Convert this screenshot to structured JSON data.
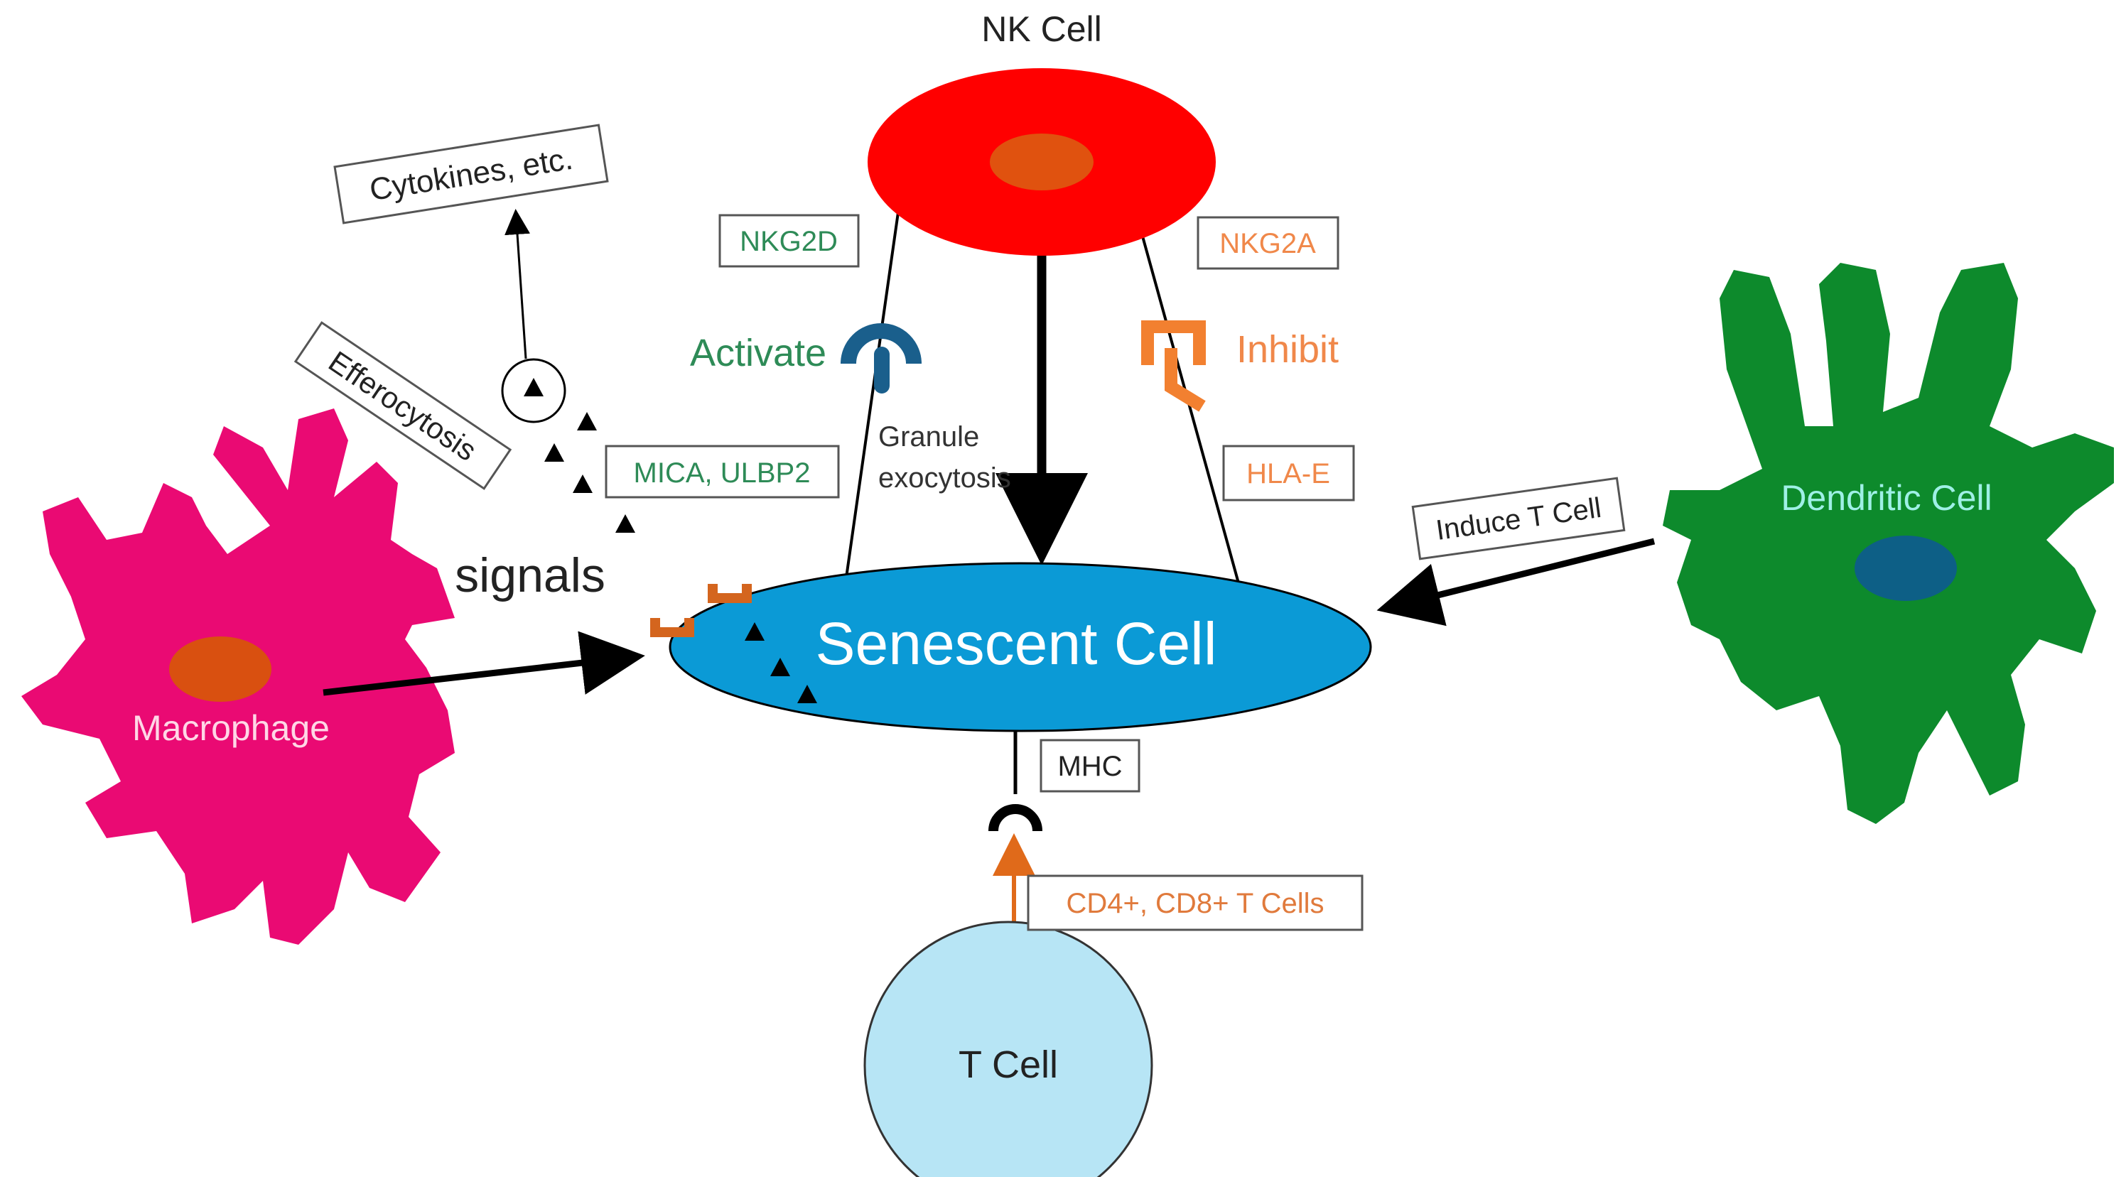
{
  "labels": {
    "nk_cell": "NK Cell",
    "senescent_cell": "Senescent Cell",
    "macrophage": "Macrophage",
    "dendritic_cell": "Dendritic Cell",
    "t_cell": "T Cell",
    "signals": "signals",
    "activate": "Activate",
    "inhibit": "Inhibit",
    "granule_line1": "Granule",
    "granule_line2": "exocytosis"
  },
  "boxes": {
    "cytokines": "Cytokines, etc.",
    "efferocytosis": "Efferocytosis",
    "nkg2d": "NKG2D",
    "nkg2a": "NKG2A",
    "mica_ulbp2": "MICA, ULBP2",
    "hla_e": "HLA-E",
    "induce_t_cell": "Induce T Cell",
    "mhc": "MHC",
    "cd4_cd8": "CD4+, CD8+ T Cells"
  },
  "colors": {
    "nk_cell": "#ff0000",
    "nk_nucleus": "#e0520f",
    "senescent_cell": "#0b9ad6",
    "macrophage": "#ea0a73",
    "macrophage_nucleus": "#d95010",
    "dendritic_cell": "#0d8a2c",
    "dendritic_nucleus": "#0d5f86",
    "t_cell": "#b7e5f5",
    "activating": "#2e8b57",
    "inhibiting": "#f0884a",
    "receptor_activate": "#1a5f8c",
    "receptor_inhibit": "#f28030",
    "tcr_arrow": "#e06a1a",
    "dendritic_label": "#9ff0e6",
    "macrophage_label": "#ffd7e6"
  }
}
